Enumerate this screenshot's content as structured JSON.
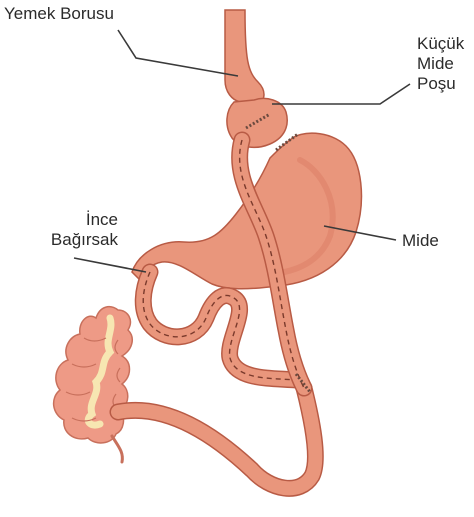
{
  "labels": {
    "esophagus": "Yemek Borusu",
    "pouch": [
      "Küçük",
      "Mide",
      "Poşu"
    ],
    "small_intestine": [
      "İnce",
      "Bağırsak"
    ],
    "stomach": "Mide"
  },
  "colors": {
    "organ_fill": "#e9967c",
    "organ_shade": "#d97a62",
    "organ_outline": "#b85b45",
    "dash": "#7a3a2c",
    "colon_fill": "#ee9a86",
    "colon_fat": "#f7e6b2",
    "leader_line": "#3a3a3a",
    "staple": "#6b4a3f"
  }
}
